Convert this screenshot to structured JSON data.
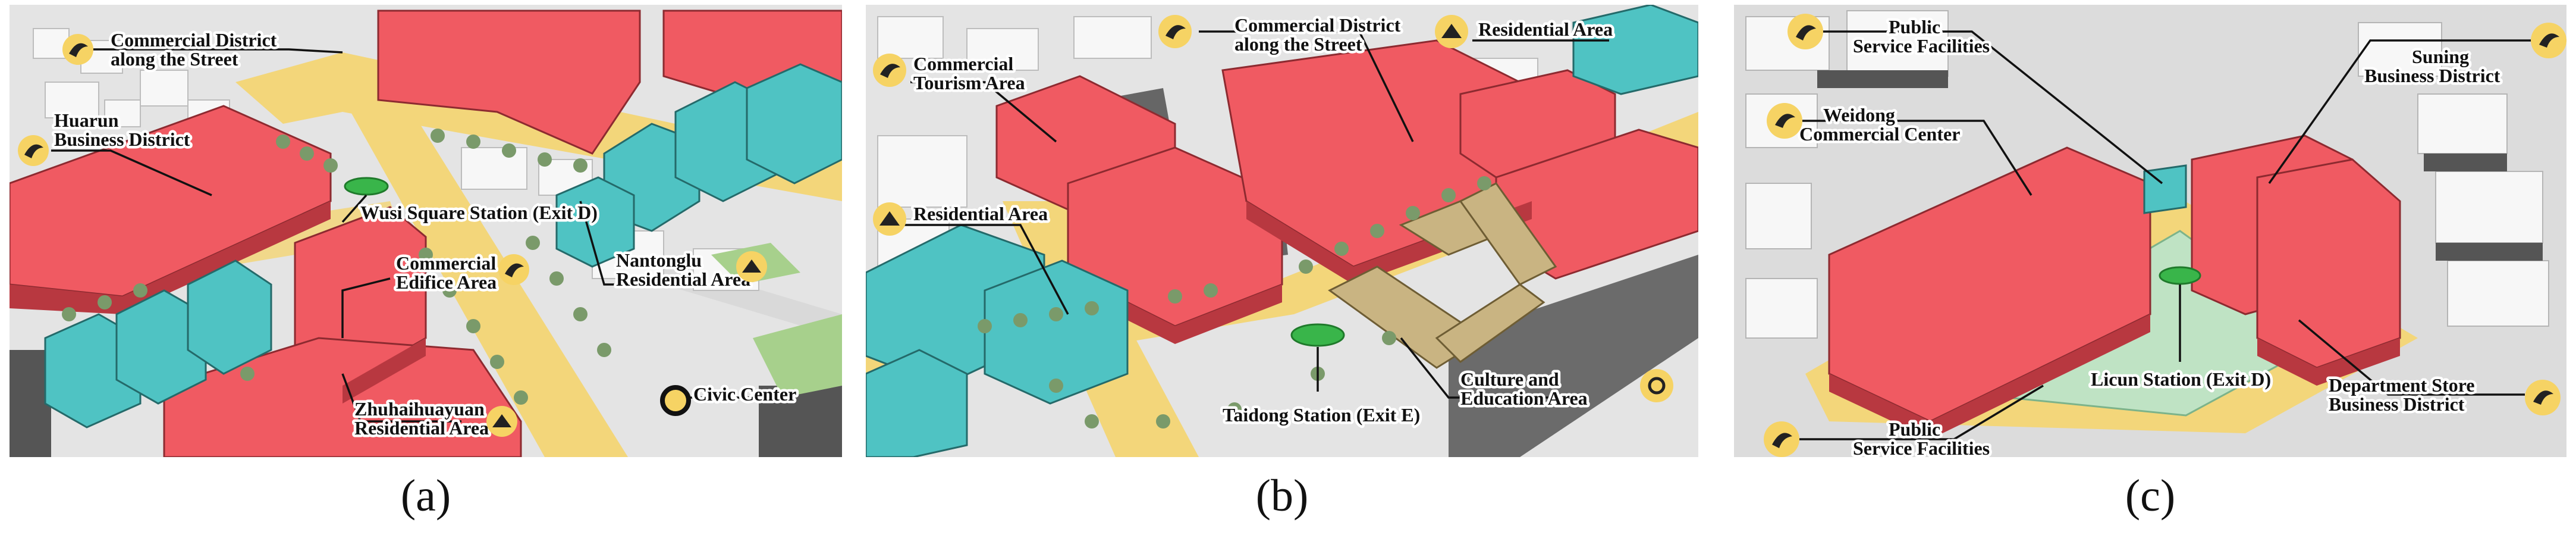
{
  "panels": [
    {
      "caption": "(a)",
      "labels": {
        "commercial_street": [
          "Commercial District",
          "along the Street"
        ],
        "huarun": [
          "Huarun",
          "Business District"
        ],
        "wusi": "Wusi Square Station (Exit D)",
        "commercial_edifice": [
          "Commercial",
          "Edifice Area"
        ],
        "nantonglu": [
          "Nantonglu",
          "Residential Area"
        ],
        "zhuhaihuayuan": [
          "Zhuhaihuayuan",
          "Residential Area"
        ],
        "civic": "Civic Center"
      }
    },
    {
      "caption": "(b)",
      "labels": {
        "commercial_street": [
          "Commercial District",
          "along the Street"
        ],
        "residential_top": "Residential Area",
        "tourism": [
          "Commercial",
          "Tourism Area"
        ],
        "residential_left": "Residential Area",
        "taidong": "Taidong Station (Exit E)",
        "culture": [
          "Culture and",
          "Education Area"
        ]
      }
    },
    {
      "caption": "(c)",
      "labels": {
        "public_top": [
          "Public",
          "Service Facilities"
        ],
        "suning": [
          "Suning",
          "Business District"
        ],
        "weidong": [
          "Weidong",
          "Commercial Center"
        ],
        "licun": "Licun Station (Exit D)",
        "public_bottom": [
          "Public",
          "Service Facilities"
        ],
        "department": [
          "Department Store",
          "Business District"
        ]
      }
    }
  ],
  "colors": {
    "commercial": "#f05a62",
    "residential": "#4fc3c3",
    "education": "#c9b482",
    "station": "#39b54a",
    "road": "#f3d67a",
    "icon_disc": "#f6d364",
    "ground": "#e6e6e6",
    "tree": "#7a9a6a"
  },
  "icons": [
    "commercial-icon",
    "residential-icon",
    "culture-icon",
    "civic-icon",
    "station-icon"
  ]
}
